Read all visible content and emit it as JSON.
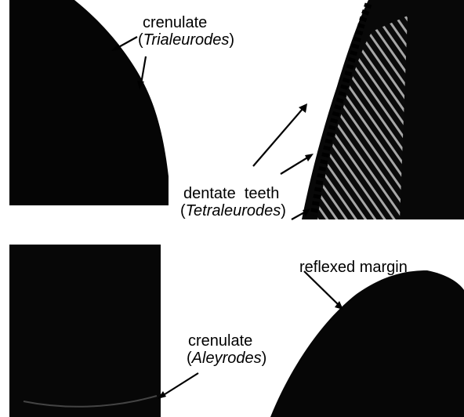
{
  "figure": {
    "background": "#ffffff",
    "ink": "#000000",
    "panels": [
      {
        "id": "top-left",
        "label_line1": "crenulate",
        "label_line2_open": "(",
        "label_line2_italic": "Trialeurodes",
        "label_line2_close": ")"
      },
      {
        "id": "top-right",
        "label_line1": "dentate  teeth",
        "label_line2_open": "(",
        "label_line2_italic": "Tetraleurodes",
        "label_line2_close": ")"
      },
      {
        "id": "bottom-left",
        "label_line1": "crenulate",
        "label_line2_open": "(",
        "label_line2_italic": "Aleyrodes",
        "label_line2_close": ")"
      },
      {
        "id": "bottom-right",
        "label_line1": "reflexed margin"
      }
    ]
  }
}
